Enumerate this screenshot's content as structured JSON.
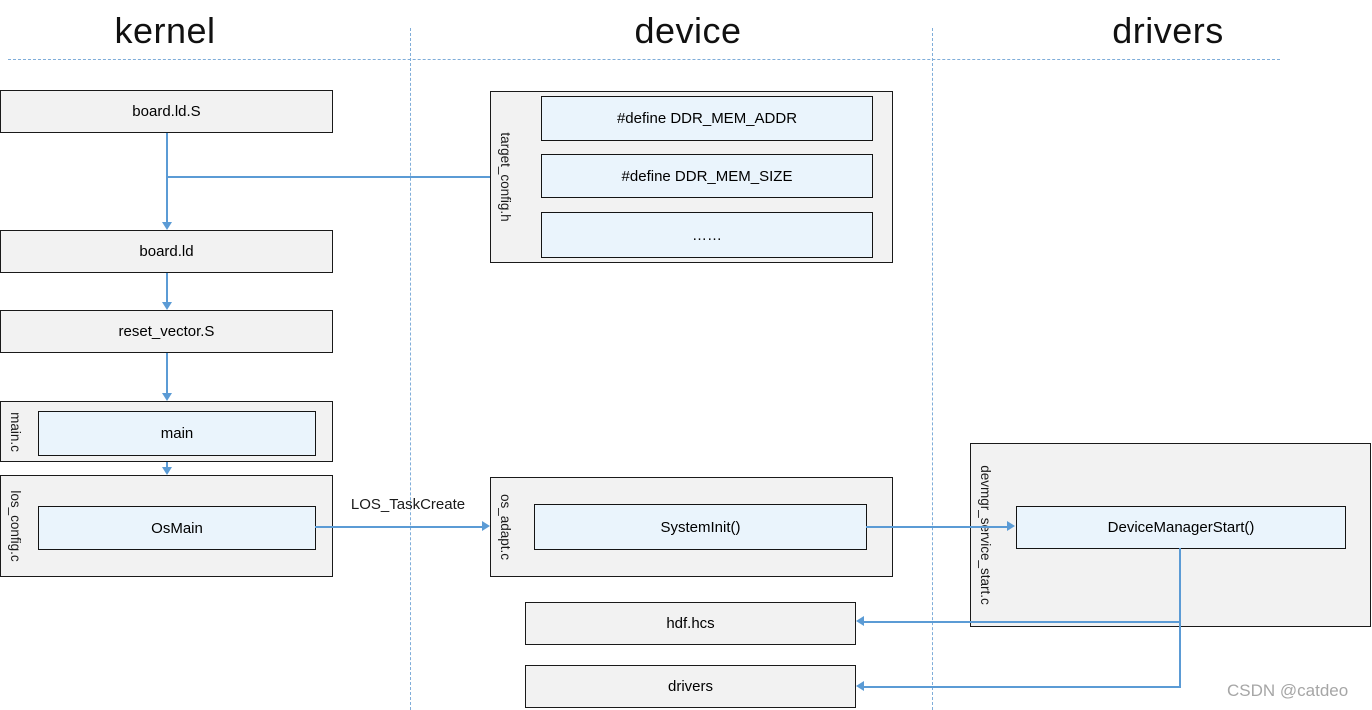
{
  "lanes": {
    "kernel": "kernel",
    "device": "device",
    "drivers": "drivers"
  },
  "kernel_flow": {
    "board_ld_s": "board.ld.S",
    "board_ld": "board.ld",
    "reset_vector_s": "reset_vector.S",
    "main_c_file": "main.c",
    "main_func": "main",
    "los_config_file": "los_config.c",
    "os_main_func": "OsMain"
  },
  "device_flow": {
    "target_config_file": "target_config.h",
    "ddr_mem_addr": "#define DDR_MEM_ADDR",
    "ddr_mem_size": "#define DDR_MEM_SIZE",
    "more": "……",
    "os_adapt_file": "os_adapt.c",
    "system_init_func": "SystemInit()",
    "hdf_hcs": "hdf.hcs",
    "drivers_node": "drivers"
  },
  "drivers_flow": {
    "devmgr_file": "devmgr_service_start.c",
    "device_manager_start_func": "DeviceManagerStart()"
  },
  "edge_labels": {
    "los_task_create": "LOS_TaskCreate"
  },
  "watermark": "CSDN @catdeo",
  "colors": {
    "connector_blue": "#5b9bd5",
    "lane_divider_blue": "#7fadd9",
    "node_fill_gray": "#f2f2f2",
    "function_fill_blue": "#eaf4fc",
    "border_black": "#1a1a1a"
  }
}
